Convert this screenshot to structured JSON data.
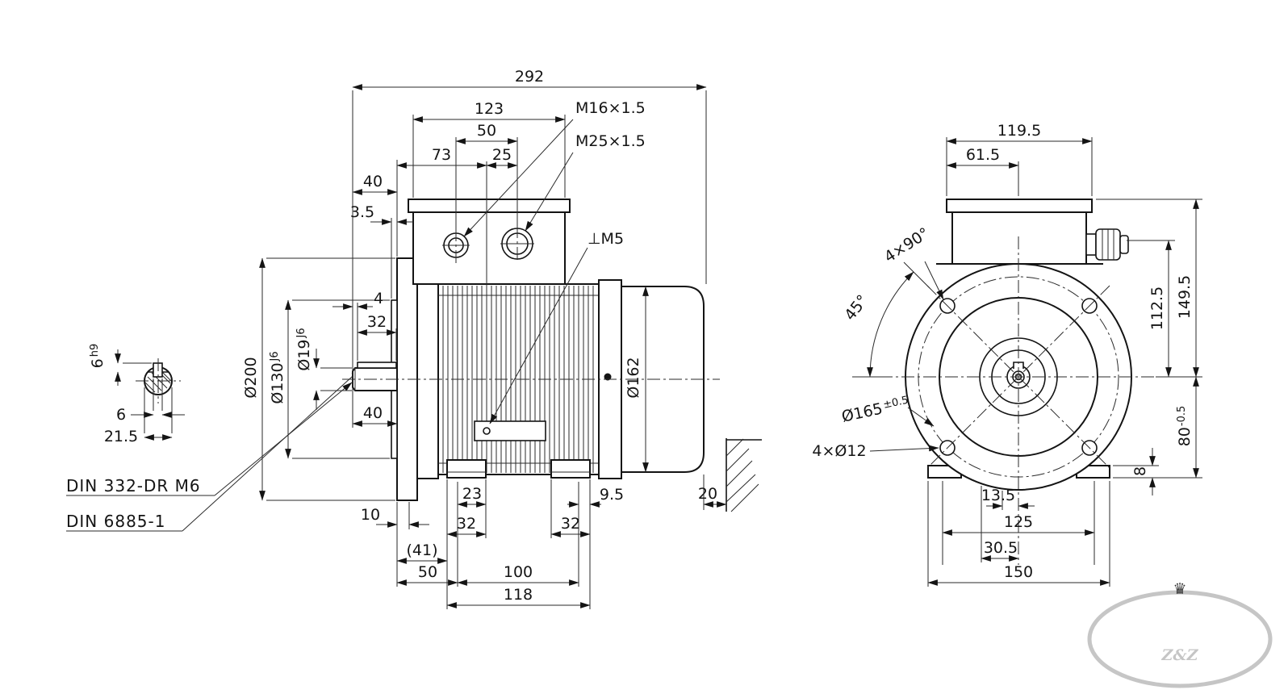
{
  "watermark": "Z&Z",
  "icons": {
    "crown": "♛"
  },
  "side": {
    "d292": "292",
    "d123": "123",
    "d50_top": "50",
    "d73": "73",
    "d25": "25",
    "m16": "M16×1.5",
    "m25": "M25×1.5",
    "d40_top": "40",
    "d3_5": "3.5",
    "perp_m5": "⊥M5",
    "d4": "4",
    "d32_shaft": "32",
    "dia19": "Ø19",
    "dia19_tol": "J6",
    "dia130": "Ø130",
    "dia130_tol": "J6",
    "dia200": "Ø200",
    "dia162": "Ø162",
    "key_w": "6",
    "key_w_tol": "h9",
    "key_6": "6",
    "key_21_5": "21.5",
    "din_center_hole": "DIN 332-DR M6",
    "din_key": "DIN 6885-1",
    "d10": "10",
    "d40_bot": "40",
    "d23": "23",
    "d9_5": "9.5",
    "d32_left": "32",
    "d32_right": "32",
    "d41": "(41)",
    "d50_bot": "50",
    "d100": "100",
    "d118": "118",
    "d20": "20"
  },
  "front": {
    "d119_5": "119.5",
    "d61_5": "61.5",
    "a4x90": "4×90°",
    "a45": "45°",
    "d112_5": "112.5",
    "d149_5": "149.5",
    "dia165": "Ø165",
    "dia165_tol": "±0.5",
    "holes": "4×Ø12",
    "d80": "80",
    "d80_tol": "-0.5",
    "d8": "8",
    "d13_5": "13.5",
    "d125": "125",
    "d30_5": "30.5",
    "d150": "150"
  }
}
